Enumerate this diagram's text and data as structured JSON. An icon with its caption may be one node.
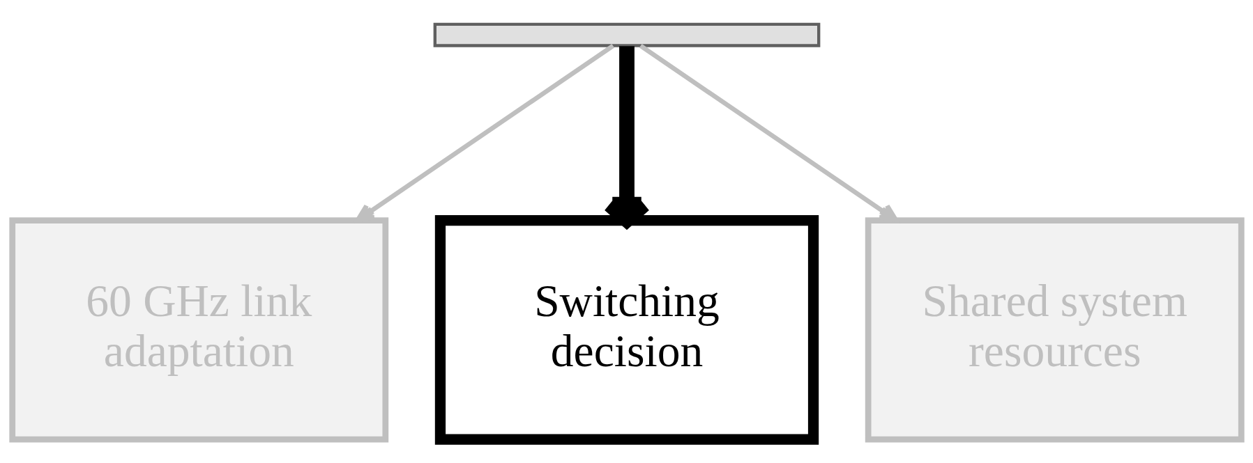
{
  "diagram": {
    "nodes": [
      {
        "text": [],
        "shape": "box"
      },
      {
        "text": [
          "60 GHz link adaptation"
        ]
      },
      {
        "text": [
          "Switching decision"
        ]
      },
      {
        "text": [
          "Shared system resources"
        ]
      }
    ],
    "edges": [
      {
        "from": 0,
        "to": 1,
        "arrow": "to"
      },
      {
        "from": 0,
        "to": 2,
        "arrow": "to",
        "style": "thick",
        "color": "#000000"
      },
      {
        "from": 0,
        "to": 3,
        "arrow": "to"
      }
    ]
  }
}
